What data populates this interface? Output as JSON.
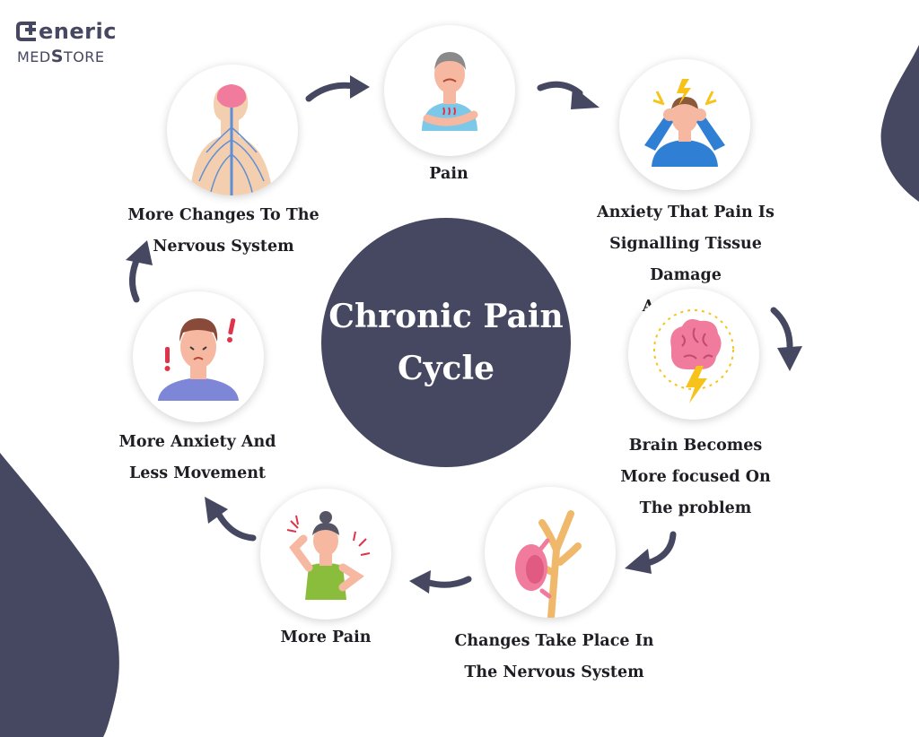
{
  "brand": {
    "name_top": "eneric",
    "name_bottom_pre": "MED",
    "name_bottom_s": "S",
    "name_bottom_post": "TORE"
  },
  "center": {
    "line1": "Chronic Pain",
    "line2": "Cycle"
  },
  "steps": [
    {
      "icon": "pain-person-icon",
      "line1": "Pain"
    },
    {
      "icon": "anxious-person-icon",
      "line1": "Anxiety That Pain Is",
      "line2": "Signalling Tissue Damage",
      "line3": "And harm"
    },
    {
      "icon": "brain-icon",
      "line1": "Brain Becomes",
      "line2": "More focused On",
      "line3": "The problem"
    },
    {
      "icon": "nerve-icon",
      "line1": "Changes Take Place In",
      "line2": "The Nervous System"
    },
    {
      "icon": "more-pain-person-icon",
      "line1": "More Pain"
    },
    {
      "icon": "worried-person-icon",
      "line1": "More Anxiety And",
      "line2": "Less Movement"
    },
    {
      "icon": "nervous-system-icon",
      "line1": "More Changes To The",
      "line2": "Nervous System"
    }
  ],
  "colors": {
    "accent": "#464760",
    "text": "#1e1e24",
    "skin": "#f6b8a0",
    "shirt_blue": "#2f7fd4",
    "green": "#8bbd3c",
    "brain_pink": "#f17b9c",
    "bolt": "#f7c31a"
  }
}
